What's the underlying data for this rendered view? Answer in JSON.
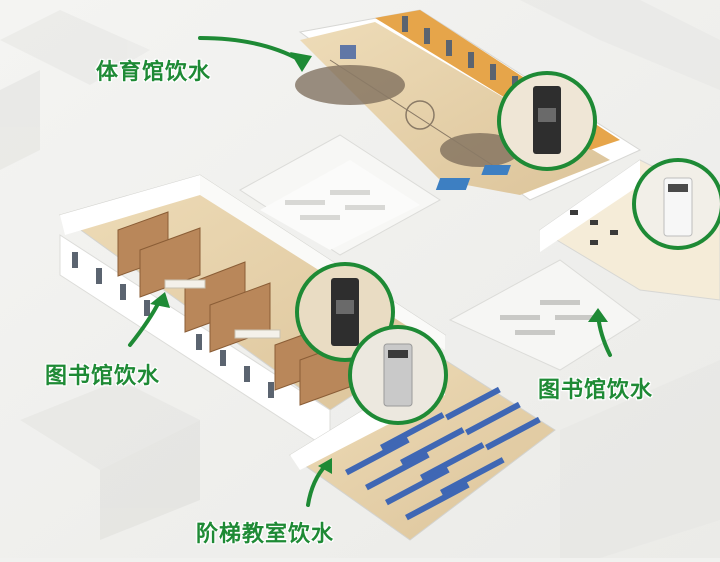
{
  "labels": {
    "gym": "体育馆饮水",
    "library_left": "图书馆饮水",
    "library_right": "图书馆饮水",
    "lecture_hall": "阶梯教室饮水"
  },
  "colors": {
    "accent_green": "#1e8a35",
    "background": "#f1f1ef",
    "wall": "#ffffff",
    "wood_floor": "#e7d3ad",
    "bookshelf": "#b9875a",
    "dispenser": "#2e2e2e",
    "chair_blue": "#3f67b4"
  },
  "icons": [
    "arrow-icon",
    "water-dispenser-icon",
    "bookshelf-icon",
    "desk-icon"
  ]
}
